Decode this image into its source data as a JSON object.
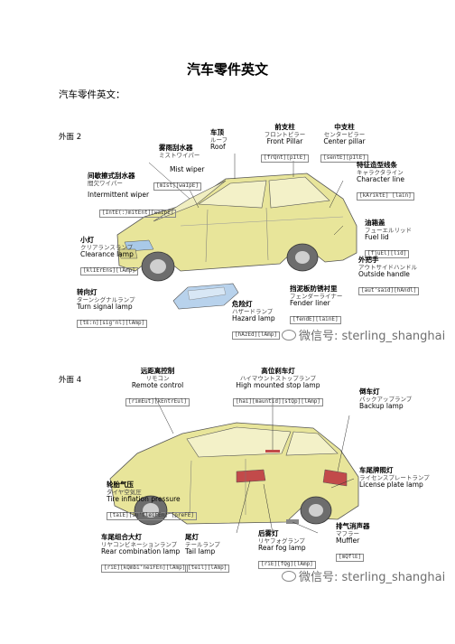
{
  "title": "汽车零件英文",
  "subtitle": "汽车零件英文：",
  "section1": {
    "label": "外面 2",
    "labels": {
      "mist_wiper": {
        "zh": "雾雨刮水器",
        "jp": "ミストワイパー",
        "en": "Mist wiper",
        "ph": "[mIst][waIpE]"
      },
      "roof": {
        "zh": "车顶",
        "jp": "ルーフ",
        "en": "Roof"
      },
      "front_pillar": {
        "zh": "前支柱",
        "jp": "フロントピラー",
        "en": "Front Pillar",
        "ph": "[frQnt][pIlE]"
      },
      "center_pillar": {
        "zh": "中支柱",
        "jp": "センターピラー",
        "en": "Center pillar",
        "ph": "[sentE][pIlE]"
      },
      "character_line": {
        "zh": "特征造型线条",
        "jp": "キャラクタライン",
        "en": "Character line",
        "ph": "[kAriktE] [lain]"
      },
      "intermittent_wiper": {
        "zh": "间歇擦式刮水器",
        "jp": "間欠ワイパー",
        "en": "Intermittent wiper",
        "ph": "[IntE(:)mitEnt][waIpE]"
      },
      "fuel_lid": {
        "zh": "油箱盖",
        "jp": "フューエルリッド",
        "en": "Fuel lid",
        "ph": "[fjuEl][lid]"
      },
      "outside_handle": {
        "zh": "外把手",
        "jp": "アウトサイドハンドル",
        "en": "Outside handle",
        "ph": "[aut'said][hAndl]"
      },
      "clearance_lamp": {
        "zh": "小灯",
        "jp": "クリアランスランプ",
        "en": "Clearance lamp",
        "ph": "[klIErEns][lAmp]"
      },
      "turn_signal_lamp": {
        "zh": "转向灯",
        "jp": "ターンシグナルランプ",
        "en": "Turn signal lamp",
        "ph": "[tE:n][sig'nl][lAmp]"
      },
      "hazard_lamp": {
        "zh": "危险灯",
        "jp": "ハザードランプ",
        "en": "Hazard lamp",
        "ph": "[hAzEd][lAmp]"
      },
      "fender_liner": {
        "zh": "挡泥板防锈衬里",
        "jp": "フェンダーライナー",
        "en": "Fender liner",
        "ph": "[fendE][lainE]"
      }
    }
  },
  "section2": {
    "label": "外面 4",
    "labels": {
      "remote_control": {
        "zh": "远距离控制",
        "jp": "リモコン",
        "en": "Remote control",
        "ph": "[rimEut][kEntrEul]"
      },
      "high_mounted_stop_lamp": {
        "zh": "高位刹车灯",
        "jp": "ハイマウントストップランプ",
        "en": "High mounted stop lamp",
        "ph": "[hai][mauntid][stQp][lAmp]"
      },
      "backup_lamp": {
        "zh": "倒车灯",
        "jp": "バックアップランプ",
        "en": "Backup lamp"
      },
      "license_plate_lamp": {
        "zh": "车尾牌照灯",
        "jp": "ライセンスプレートランプ",
        "en": "License plate lamp"
      },
      "tire_inflation_pressure": {
        "zh": "轮胎气压",
        "jp": "タイヤ空気圧",
        "en": "Tire inflation pressure",
        "ph": "[taiE][in'fleiFEn] [preFE]"
      },
      "muffler": {
        "zh": "排气消声器",
        "jp": "マフラー",
        "en": "Muffler",
        "ph": "[mQflE]"
      },
      "rear_combination_lamp": {
        "zh": "车尾组合大灯",
        "jp": "リヤコンビネーションランプ",
        "en": "Rear combination lamp",
        "ph": "[riE][kQmbi'neiFEn][lAmp]"
      },
      "tail_lamp": {
        "zh": "尾灯",
        "jp": "テールランプ",
        "en": "Tail lamp",
        "ph": "[teil][lAmp]"
      },
      "rear_fog_lamp": {
        "zh": "后雾灯",
        "jp": "リヤフォグランプ",
        "en": "Rear fog lamp",
        "ph": "[riE][fQg][lAmp]"
      }
    }
  },
  "watermark1": "微信号: sterling_shanghai",
  "watermark2": "微信号: sterling_shanghai"
}
